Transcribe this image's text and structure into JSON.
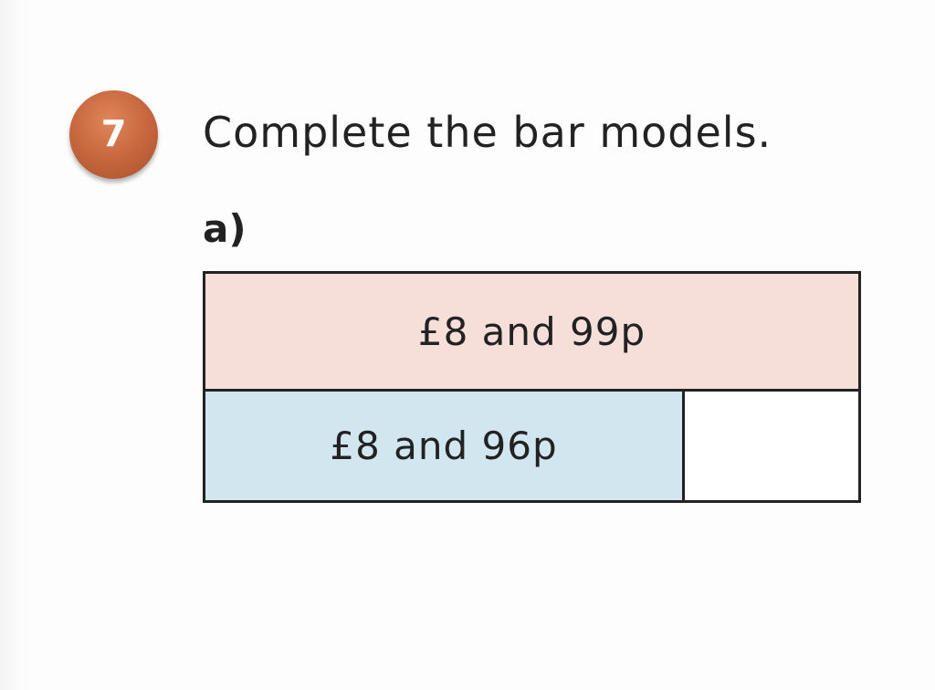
{
  "question": {
    "number": "7",
    "text": "Complete the bar models."
  },
  "part": {
    "label": "a)"
  },
  "bar_model": {
    "whole": "£8 and 99p",
    "part_known": "£8 and 96p",
    "part_unknown": "",
    "colors": {
      "whole_fill": "#f7dfd9",
      "part_fill": "#d1e6ef",
      "badge": "#c96a40"
    }
  }
}
